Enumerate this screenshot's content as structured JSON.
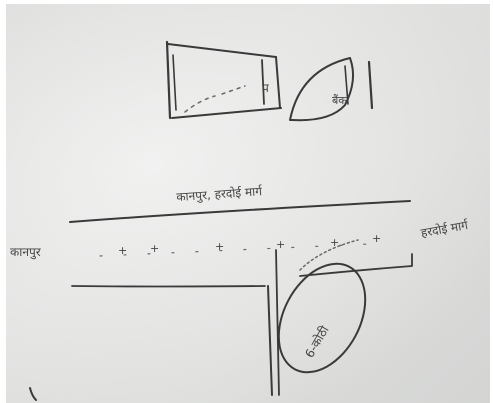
{
  "image": {
    "kind": "photo",
    "subject": "blurry pencil sketch on paper",
    "background_color": "#e8e9e7",
    "ink_color": "#3a3a3a"
  },
  "handwriting": {
    "top_caption": "कानपुर, हरदोई मार्ग",
    "left_label": "कानपुर",
    "right_label": "हरदोई मार्ग",
    "circle_label": "बैंक",
    "left_box_mark": "प",
    "lower_circle_label": "6-कोठी",
    "road_marks": [
      "+",
      "+",
      "+",
      "+",
      "+",
      "+"
    ]
  }
}
